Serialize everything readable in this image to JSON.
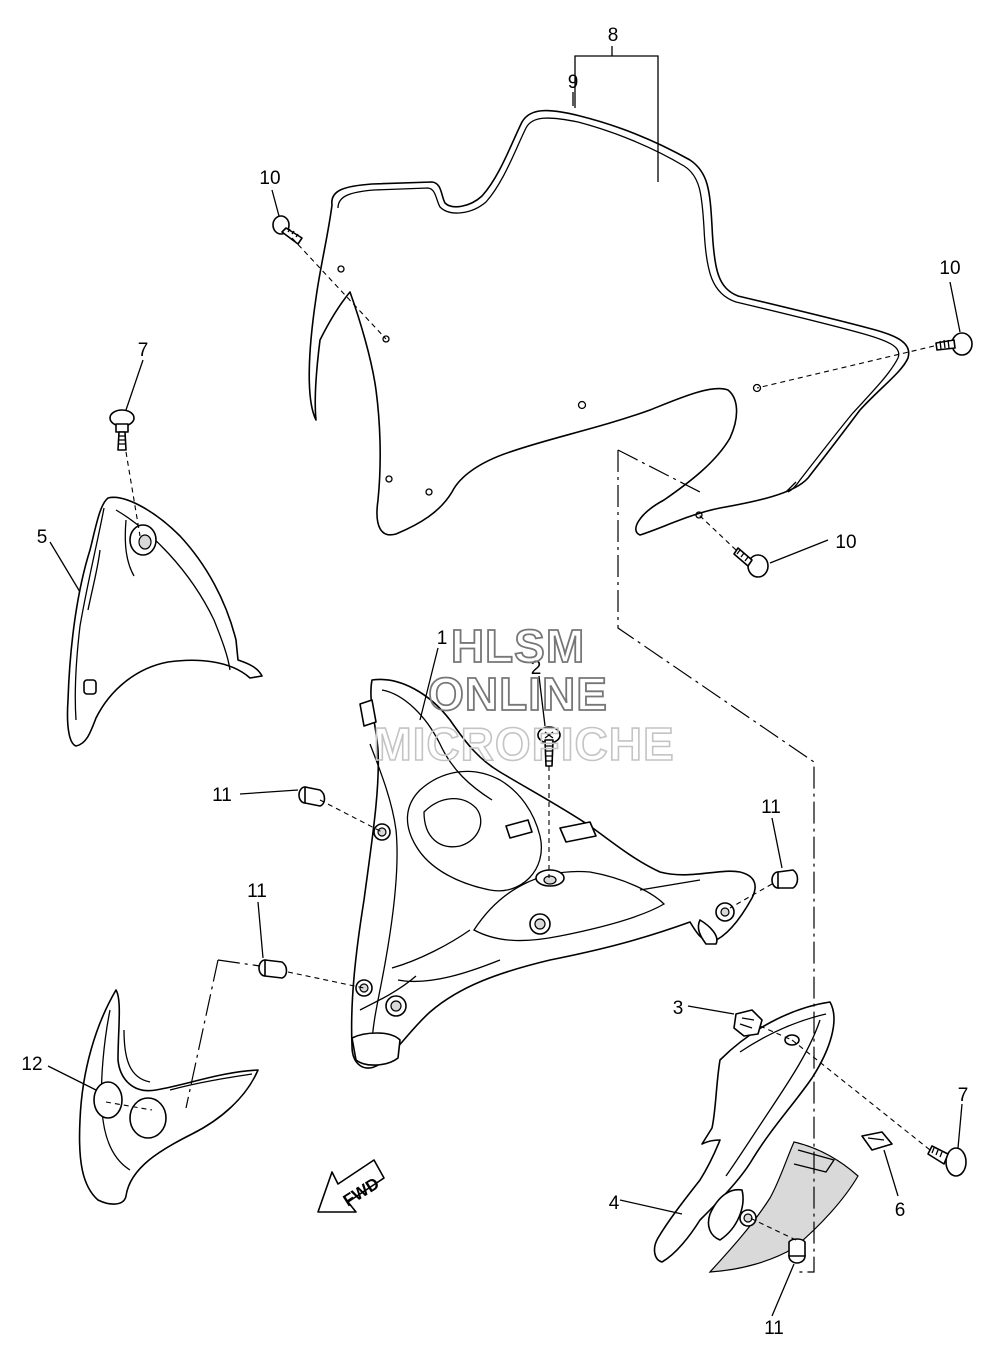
{
  "callouts": [
    {
      "id": "c1",
      "text": "1"
    },
    {
      "id": "c2",
      "text": "2"
    },
    {
      "id": "c3",
      "text": "3"
    },
    {
      "id": "c4",
      "text": "4"
    },
    {
      "id": "c5",
      "text": "5"
    },
    {
      "id": "c6",
      "text": "6"
    },
    {
      "id": "c7a",
      "text": "7"
    },
    {
      "id": "c7b",
      "text": "7"
    },
    {
      "id": "c8",
      "text": "8"
    },
    {
      "id": "c9",
      "text": "9"
    },
    {
      "id": "c10a",
      "text": "10"
    },
    {
      "id": "c10b",
      "text": "10"
    },
    {
      "id": "c10c",
      "text": "10"
    },
    {
      "id": "c11a",
      "text": "11"
    },
    {
      "id": "c11b",
      "text": "11"
    },
    {
      "id": "c11c",
      "text": "11"
    },
    {
      "id": "c11d",
      "text": "11"
    },
    {
      "id": "c12",
      "text": "12"
    }
  ],
  "fwd_label": "FWD",
  "watermark": {
    "line1": "HLSM",
    "line2": "ONLINE",
    "line3": "MICROFICHE"
  }
}
